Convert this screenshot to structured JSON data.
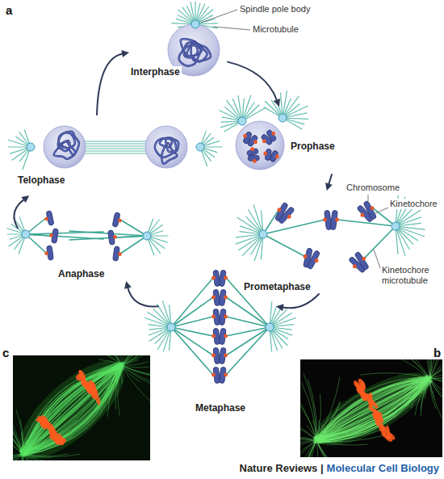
{
  "diagram": {
    "nodes": [
      {
        "text": [
          "Interphase"
        ]
      },
      {
        "text": [
          "Prophase"
        ]
      },
      {
        "text": [
          "Prometaphase"
        ]
      },
      {
        "text": [
          "Metaphase"
        ]
      },
      {
        "text": [
          "Anaphase"
        ]
      },
      {
        "text": [
          "Telophase"
        ]
      }
    ],
    "edges": [
      {
        "from": 0,
        "to": 1,
        "arrow": "to"
      },
      {
        "from": 1,
        "to": 2,
        "arrow": "to"
      },
      {
        "from": 2,
        "to": 3,
        "arrow": "to"
      },
      {
        "from": 3,
        "to": 4,
        "arrow": "to"
      },
      {
        "from": 4,
        "to": 5,
        "arrow": "to"
      },
      {
        "from": 5,
        "to": 0,
        "arrow": "to"
      }
    ],
    "labels": [
      "a",
      "Spindle pole body",
      "Microtubule",
      "Chromosome",
      "Kinetochore",
      "Kinetochore microtubule",
      "b",
      "c",
      "Nature Reviews |",
      "Molecular Cell Biology"
    ]
  }
}
